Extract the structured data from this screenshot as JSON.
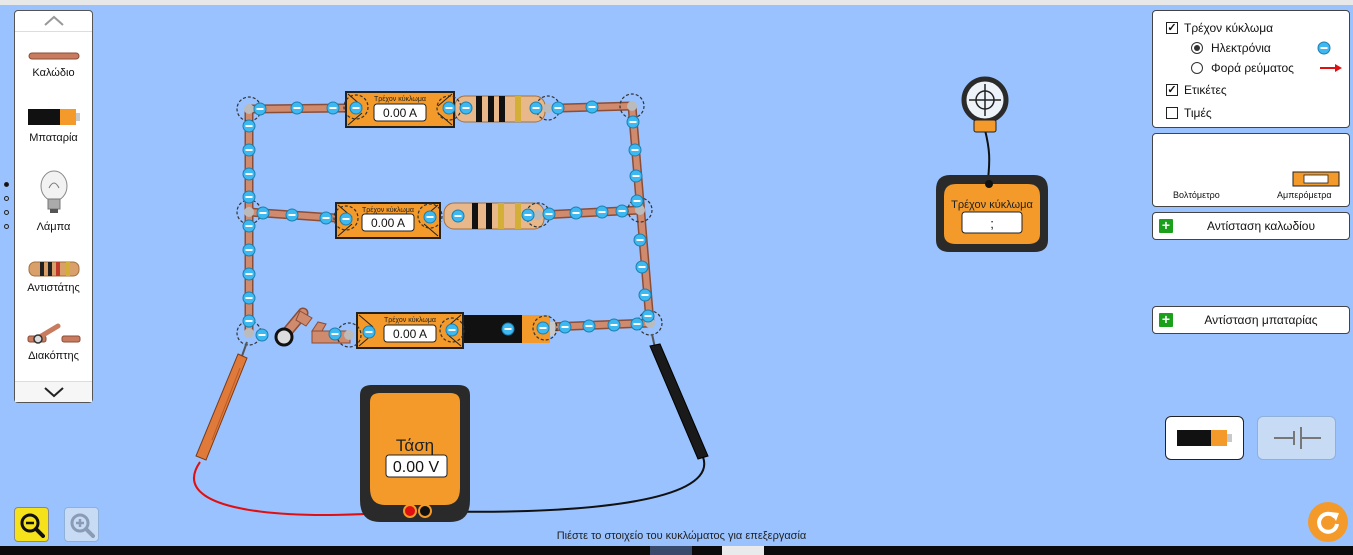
{
  "toolbox": {
    "items": [
      {
        "label": "Καλώδιο",
        "icon": "wire-icon"
      },
      {
        "label": "Μπαταρία",
        "icon": "battery-icon"
      },
      {
        "label": "Λάμπα",
        "icon": "lightbulb-icon"
      },
      {
        "label": "Αντιστάτης",
        "icon": "resistor-icon"
      },
      {
        "label": "Διακόπτης",
        "icon": "switch-icon"
      }
    ],
    "pages": 4,
    "active_page": 1
  },
  "view_options": {
    "current_label": "Τρέχον κύκλωμα",
    "current_checked": true,
    "electrons_label": "Ηλεκτρόνια",
    "electrons_selected": true,
    "conventional_label": "Φορά ρεύματος",
    "conventional_selected": false,
    "labels_label": "Ετικέτες",
    "labels_checked": true,
    "values_label": "Τιμές",
    "values_checked": false
  },
  "sensors": {
    "voltmeter_label": "Βολτόμετρο",
    "ammeter_label": "Αμπερόμετρα"
  },
  "accordions": {
    "wire_resistance": "Αντίσταση καλωδίου",
    "battery_resistance": "Αντίσταση μπαταρίας"
  },
  "circuit": {
    "ammeter_title": "Τρέχον κύκλωμα",
    "ammeter_1_value": "0.00 A",
    "ammeter_2_value": "0.00 A",
    "ammeter_3_value": "0.00 A"
  },
  "voltmeter": {
    "title": "Τάση",
    "value": "0.00 V"
  },
  "clamp_meter": {
    "title": "Τρέχον κύκλωμα",
    "value": ";"
  },
  "hint": "Πιέστε το στοιχείο του κυκλώματος για επεξεργασία",
  "colors": {
    "background": "#99c2ff",
    "accent_orange": "#f39a2a",
    "meter_dark": "#2a2a2a",
    "electron_blue": "#3db8f0",
    "current_arrow": "#e01010"
  }
}
